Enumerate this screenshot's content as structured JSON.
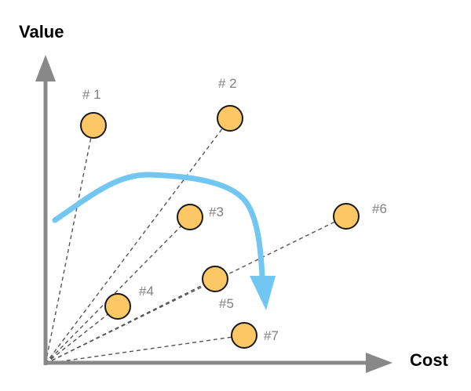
{
  "axes": {
    "y_label": "Value",
    "x_label": "Cost"
  },
  "points": [
    {
      "label": "# 1"
    },
    {
      "label": "# 2"
    },
    {
      "label": "#3"
    },
    {
      "label": "#4"
    },
    {
      "label": "#5"
    },
    {
      "label": "#6"
    },
    {
      "label": "#7"
    }
  ],
  "colors": {
    "node_fill": "#fcc865",
    "node_stroke": "#1a1a1a",
    "axis": "#888888",
    "trend_arrow": "#72c7f2",
    "label_text": "#808080"
  }
}
